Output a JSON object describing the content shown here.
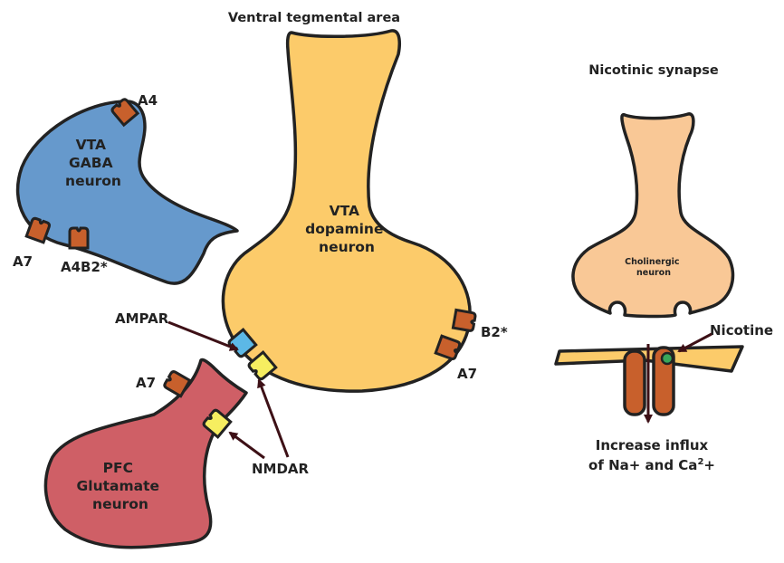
{
  "titles": {
    "vta": "Ventral tegmental area",
    "nicotinic": "Nicotinic synapse"
  },
  "cells": {
    "gaba": [
      "VTA",
      "GABA",
      "neuron"
    ],
    "dopamine": [
      "VTA",
      "dopamine",
      "neuron"
    ],
    "glutamate": [
      "PFC",
      "Glutamate",
      "neuron"
    ],
    "cholinergic": [
      "Cholinergic",
      "neuron"
    ]
  },
  "receptors": {
    "a4": "A4",
    "a7_gaba": "A7",
    "a4b2": "A4B2*",
    "b2": "B2*",
    "a7_dopamine": "A7",
    "a7_glutamate": "A7",
    "ampar": "AMPAR",
    "nmdar": "NMDAR",
    "nicotine": "Nicotine"
  },
  "influx": {
    "line1": "Increase influx",
    "line2_prefix": "of Na+ and Ca",
    "line2_sup": "2",
    "line2_suffix": "+"
  },
  "colors": {
    "gaba": "#6699cc",
    "dopamine": "#fccb6a",
    "glutamate": "#cf5f66",
    "cholinergic": "#f9c896",
    "nicotinic_receptor": "#c8602c",
    "ampar": "#5cb8e6",
    "nmdar": "#f6ee60",
    "nicotine": "#3aa65a",
    "arrow": "#3d1016",
    "outline": "#222222"
  }
}
